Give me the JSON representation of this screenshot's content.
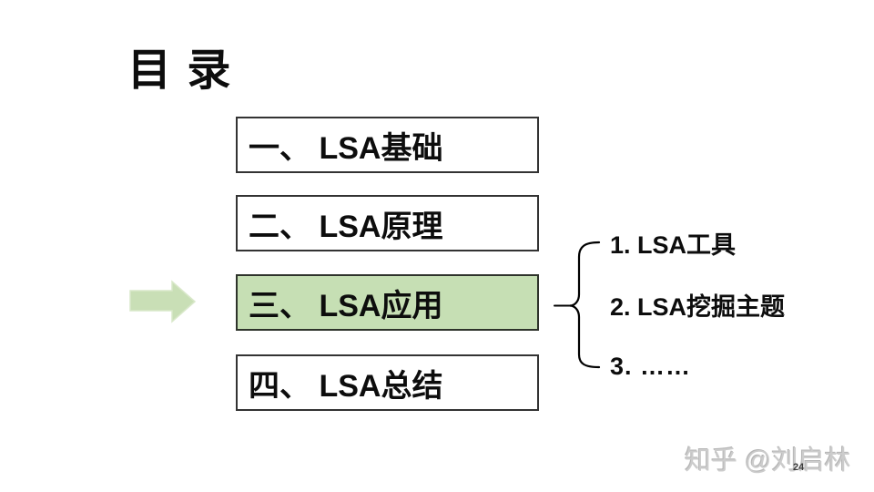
{
  "slide": {
    "title": "目 录",
    "background_color": "#ffffff",
    "page_number": "24",
    "watermark": "知乎 @刘启林"
  },
  "toc": {
    "highlight_color": "#c6dfb4",
    "arrow_color": "#c9dfb6",
    "arrow_outline_color": "#d9e8ca",
    "box_border_color": "#333333",
    "items": [
      {
        "label": "一、 LSA基础",
        "highlighted": false
      },
      {
        "label": "二、 LSA原理",
        "highlighted": false
      },
      {
        "label": "三、 LSA应用",
        "highlighted": true
      },
      {
        "label": "四、 LSA总结",
        "highlighted": false
      }
    ]
  },
  "detail": {
    "items": [
      {
        "label": "1. LSA工具"
      },
      {
        "label": "2. LSA挖掘主题"
      },
      {
        "label": "3. ……"
      }
    ]
  }
}
